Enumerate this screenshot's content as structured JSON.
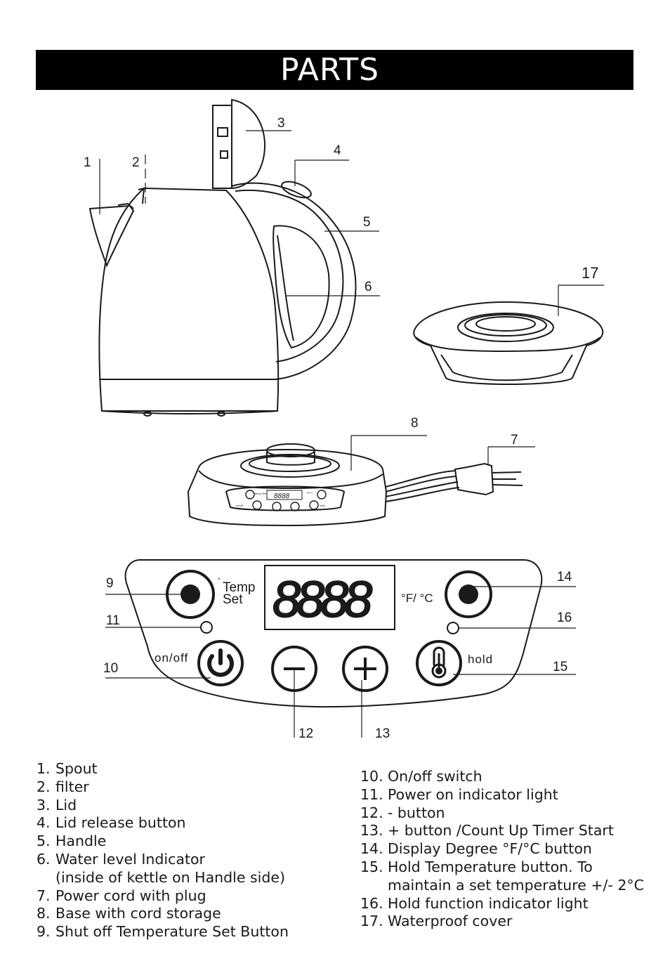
{
  "title": "PARTS",
  "callouts": [
    "1",
    "2",
    "3",
    "4",
    "5",
    "6",
    "7",
    "8",
    "9",
    "10",
    "11",
    "12",
    "13",
    "14",
    "15",
    "16",
    "17"
  ],
  "panel": {
    "temp_set_line1": "Temp",
    "temp_set_line2": "Set",
    "degree_mark": "°",
    "display": "8888",
    "unit_toggle": "°F/ °C",
    "on_off": "on/off",
    "hold": "hold"
  },
  "mini_panel": {
    "display": "8888",
    "temp_set": "Temp Set",
    "unit_toggle": "°F/°C",
    "on_off": "on/off",
    "hold": "hold"
  },
  "parts_left": [
    {
      "num": "1.",
      "text": "Spout"
    },
    {
      "num": "2.",
      "text": "filter"
    },
    {
      "num": "3.",
      "text": "Lid"
    },
    {
      "num": "4.",
      "text": "Lid release button"
    },
    {
      "num": "5.",
      "text": "Handle"
    },
    {
      "num": "6.",
      "text": "Water level Indicator"
    },
    {
      "num": "",
      "text": "(inside of kettle on Handle side)"
    },
    {
      "num": "7.",
      "text": "Power cord with plug"
    },
    {
      "num": "8.",
      "text": "Base with cord storage"
    },
    {
      "num": "9.",
      "text": "Shut off Temperature Set Button"
    }
  ],
  "parts_right": [
    {
      "num": "10.",
      "text": "On/off switch"
    },
    {
      "num": "11.",
      "text": "Power on indicator light"
    },
    {
      "num": "12.",
      "text": "- button"
    },
    {
      "num": "13.",
      "text": "+ button /Count Up Timer Start"
    },
    {
      "num": "14.",
      "text": "Display Degree °F/°C button"
    },
    {
      "num": "15.",
      "text": "Hold Temperature button. To"
    },
    {
      "num": "",
      "text": "maintain a set temperature +/- 2°C"
    },
    {
      "num": "16.",
      "text": "Hold function indicator light"
    },
    {
      "num": "17.",
      "text": "Waterproof cover"
    }
  ]
}
